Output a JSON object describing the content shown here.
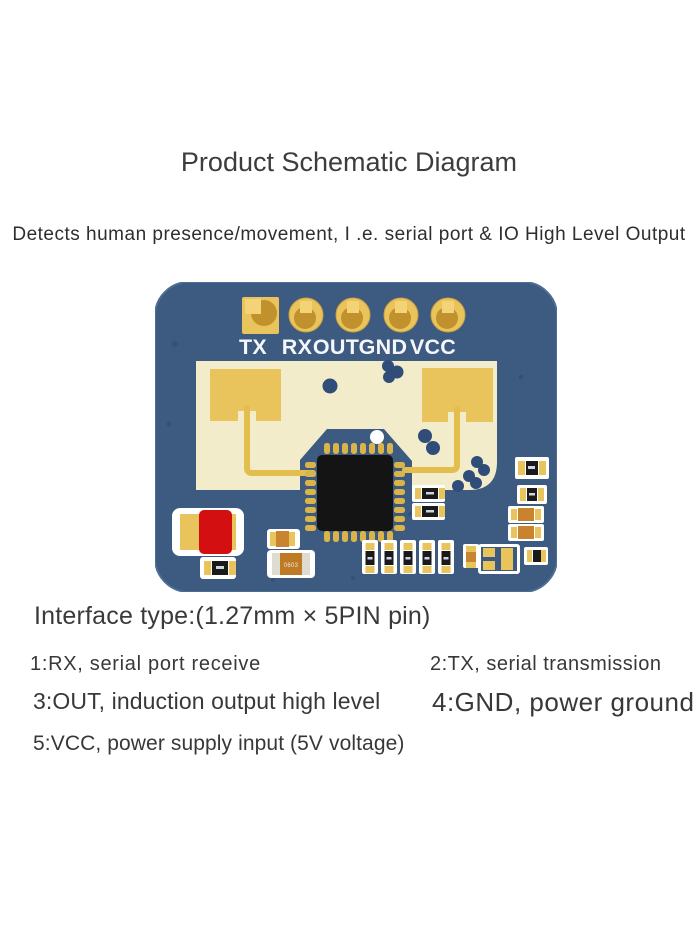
{
  "header": {
    "title": "Product Schematic Diagram",
    "subtitle": "Detects human presence/movement, I .e. serial port & IO High Level Output"
  },
  "board": {
    "pin_labels": [
      "TX",
      "RX",
      "OUT",
      "GND",
      "VCC"
    ],
    "marking_0603": "0603",
    "colors": {
      "board_blue": "#3d5a80",
      "plane_cream": "#f2ecca",
      "copper_gold": "#e9c45c",
      "copper_dark": "#c0912c",
      "chip_black": "#141414",
      "led_red": "#d40f12",
      "cap_orange": "#bf7a26",
      "silkscreen_white": "#ffffff"
    }
  },
  "interface": {
    "heading": "Interface type:(1.27mm × 5PIN pin)",
    "items": [
      "1:RX, serial port receive",
      "2:TX, serial transmission",
      "3:OUT, induction output high level",
      "4:GND, power ground",
      "5:VCC, power supply input (5V voltage)"
    ]
  }
}
